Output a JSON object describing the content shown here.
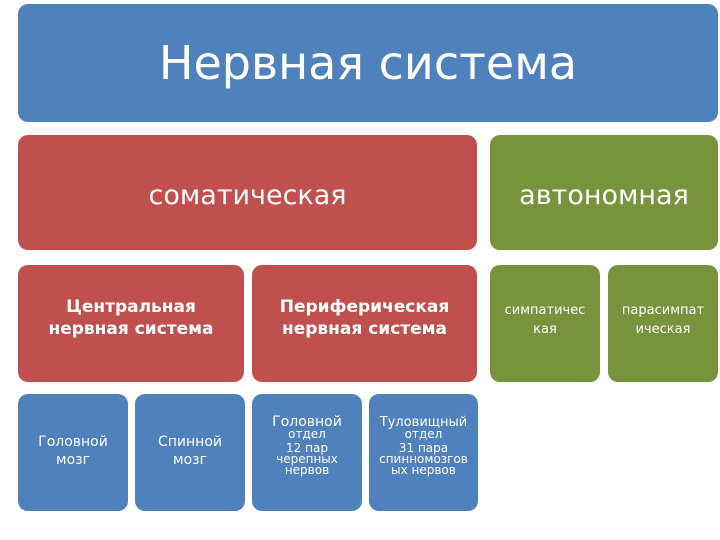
{
  "colors": {
    "blue": "#4f81bd",
    "red": "#c0504d",
    "green": "#77933c",
    "text": "#ffffff"
  },
  "root": {
    "label": "Нервная система"
  },
  "level1": {
    "somatic": {
      "label": "соматическая"
    },
    "autonomic": {
      "label": "автономная"
    }
  },
  "level2": {
    "cns": {
      "line1": "Центральная",
      "line2": "нервная система"
    },
    "pns": {
      "line1": "Периферическая",
      "line2": "нервная система"
    },
    "sympathetic": {
      "line1": "симпатичес",
      "line2": "кая"
    },
    "parasympathetic": {
      "line1": "парасимпат",
      "line2": "ическая"
    }
  },
  "level3": {
    "brain": {
      "line1": "Головной",
      "line2": "мозг"
    },
    "spinal_cord": {
      "line1": "Спинной",
      "line2": "мозг"
    },
    "head_section": {
      "line1": "Головной",
      "line2": "отдел",
      "line3": "12 пар",
      "line4": "черепных",
      "line5": "нервов"
    },
    "trunk_section": {
      "line1": "Туловищный",
      "line2": "отдел",
      "line3": "31 пара",
      "line4": "спинномозгов",
      "line5": "ых нервов"
    }
  }
}
